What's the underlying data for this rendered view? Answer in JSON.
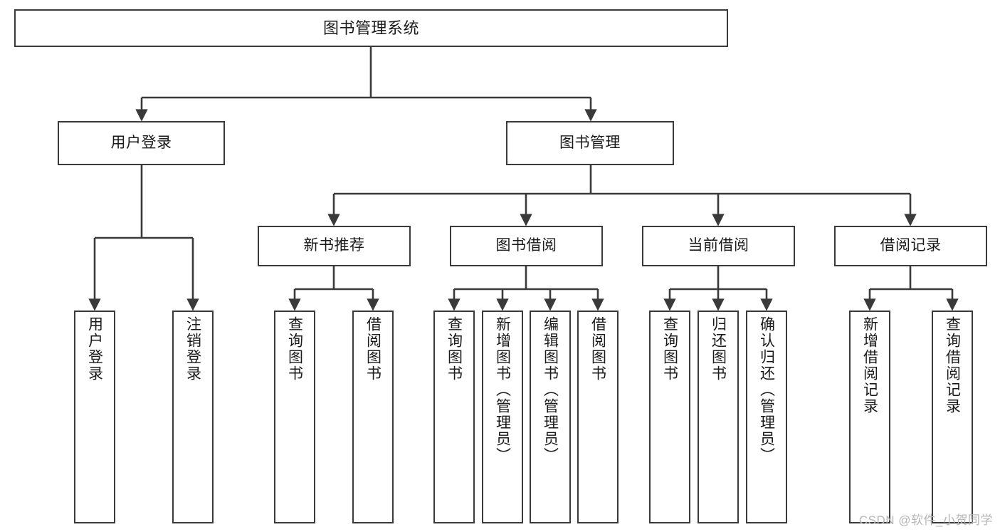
{
  "diagram": {
    "title": "图书管理系统",
    "root": {
      "label": "图书管理系统"
    },
    "level2": [
      {
        "label": "用户登录"
      },
      {
        "label": "图书管理"
      }
    ],
    "level3": [
      {
        "label": "新书推荐"
      },
      {
        "label": "图书借阅"
      },
      {
        "label": "当前借阅"
      },
      {
        "label": "借阅记录"
      }
    ],
    "leaves": {
      "user_login": [
        {
          "label": "用户登录"
        },
        {
          "label": "注销登录"
        }
      ],
      "new_book": [
        {
          "label": "查询图书"
        },
        {
          "label": "借阅图书"
        }
      ],
      "borrow_book": [
        {
          "label": "查询图书"
        },
        {
          "label": "新增图书（管理员）"
        },
        {
          "label": "编辑图书（管理员）"
        },
        {
          "label": "借阅图书"
        }
      ],
      "current_borrow": [
        {
          "label": "查询图书"
        },
        {
          "label": "归还图书"
        },
        {
          "label": "确认归还（管理员）"
        }
      ],
      "borrow_record": [
        {
          "label": "新增借阅记录"
        },
        {
          "label": "查询借阅记录"
        }
      ]
    }
  },
  "watermark": {
    "text": "CSDN @软件_小贺同学"
  },
  "colors": {
    "border": "#3a3a3a",
    "text": "#1a1a1a",
    "background": "#ffffff",
    "watermark": "#b6b6b6"
  }
}
